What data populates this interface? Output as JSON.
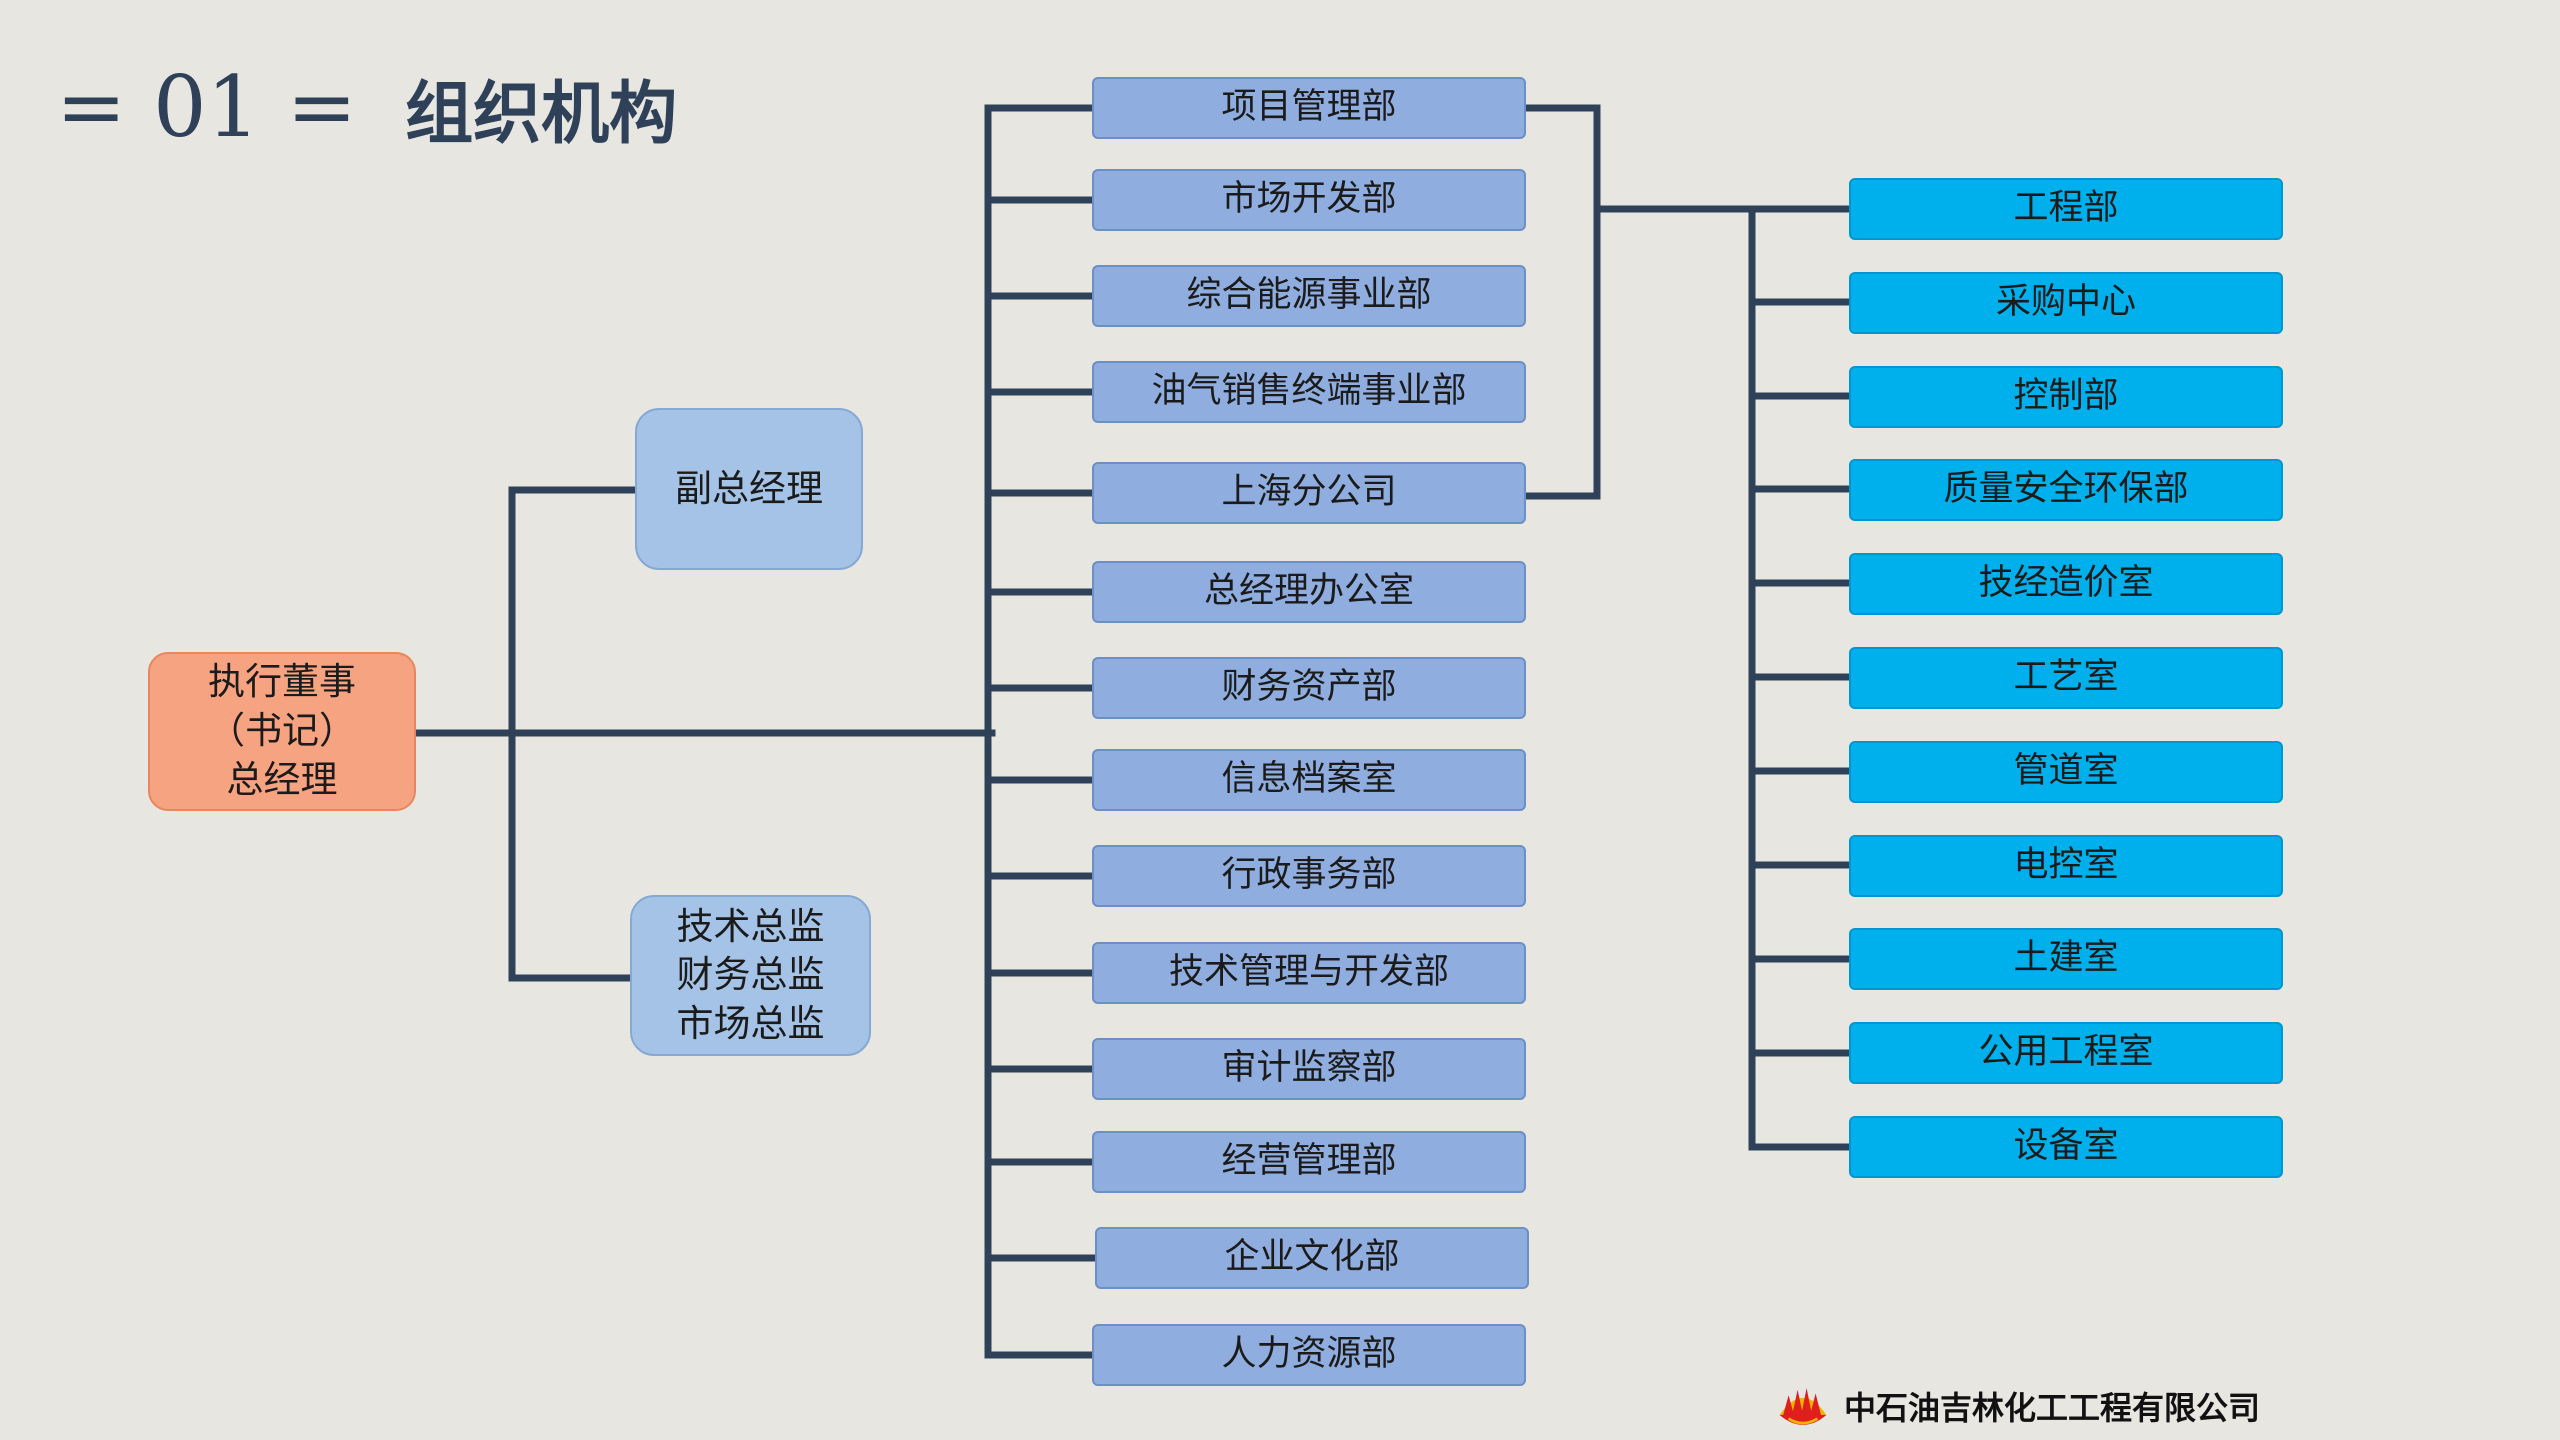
{
  "title": {
    "number": "= 01 =",
    "text": "组织机构"
  },
  "chart_data": {
    "type": "org-chart",
    "root": "执行董事\n（书记）\n总经理",
    "deputies": [
      "副总经理",
      "技术总监\n财务总监\n市场总监"
    ],
    "departments": [
      "项目管理部",
      "市场开发部",
      "综合能源事业部",
      "油气销售终端事业部",
      "上海分公司",
      "总经理办公室",
      "财务资产部",
      "信息档案室",
      "行政事务部",
      "技术管理与开发部",
      "审计监察部",
      "经营管理部",
      "企业文化部",
      "人力资源部"
    ],
    "sub_units": [
      "工程部",
      "采购中心",
      "控制部",
      "质量安全环保部",
      "技经造价室",
      "工艺室",
      "管道室",
      "电控室",
      "土建室",
      "公用工程室",
      "设备室"
    ],
    "sub_units_linked_to": [
      "项目管理部",
      "上海分公司"
    ]
  },
  "footer": {
    "company": "中石油吉林化工工程有限公司"
  },
  "colors": {
    "connector": "#2f4158",
    "root_fill": "#f6a381",
    "deputy_fill": "#a4c3e6",
    "department_fill": "#8fadde",
    "sub_unit_fill": "#00b0ec",
    "background": "#e8e6e1"
  },
  "icons": {
    "logo": "petrochina-flame-icon"
  }
}
